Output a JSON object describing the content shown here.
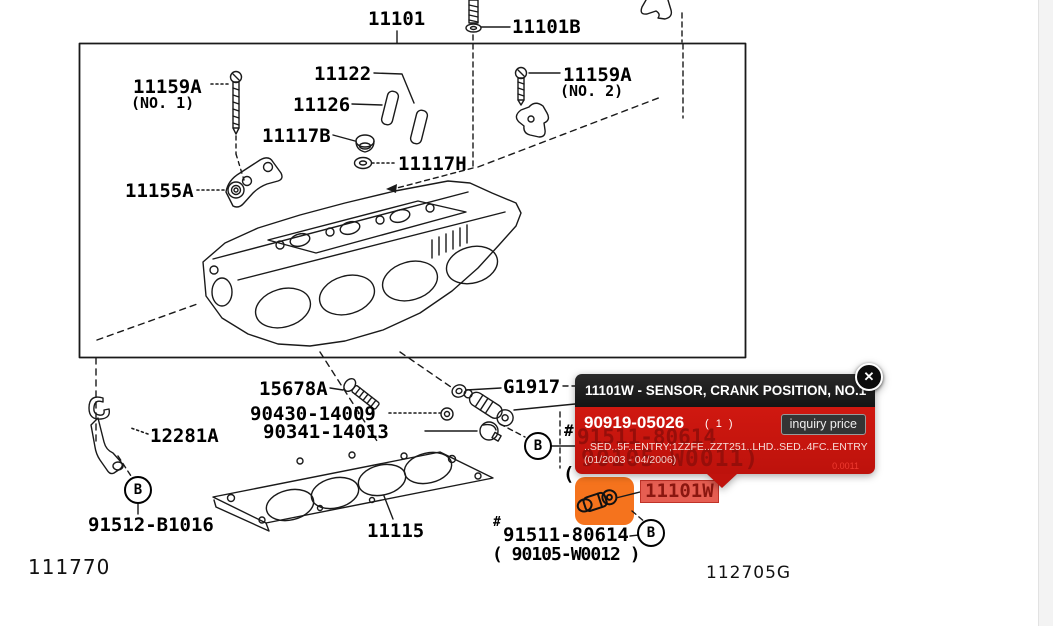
{
  "diagram": {
    "figure_number_left": "111770",
    "figure_code_right": "112705G",
    "callouts": {
      "c11101": "11101",
      "c11101B": "11101B",
      "c11159A_no1": "11159A",
      "c11159A_no1_sub": "(NO. 1)",
      "c11122": "11122",
      "c11126": "11126",
      "c11117B": "11117B",
      "c11117H": "11117H",
      "c11159A_no2": "11159A",
      "c11159A_no2_sub": "(NO. 2)",
      "c11155A": "11155A",
      "c15678A": "15678A",
      "c90430": "90430-14009",
      "c90341": "90341-14013",
      "cG1917": "G1917",
      "c12281A": "12281A",
      "c91512": "91512-B1016",
      "c11115": "11115",
      "c11101W": "11101W",
      "c91511_hash": "#",
      "c91511": "91511-80614",
      "c90105": "( 90105-W0012 )",
      "hidden_hash": "#",
      "hidden_paren": "(",
      "balloon_b": "B"
    }
  },
  "popup": {
    "title": "11101W - SENSOR, CRANK POSITION, NO.1",
    "part_number": "90919-05026",
    "quantity": "( 1 )",
    "inquiry_button": "inquiry price",
    "description": "..SED..5F..ENTRY;1ZZFE..ZZT251..LHD..SED..4FC..ENTRY",
    "date_range": "(01/2003 - 04/2006)",
    "close_glyph": "✕",
    "watermark_line1": "91511-80614",
    "watermark_line2": "90105-W0011)",
    "watermark_small": "0.0011"
  },
  "colors": {
    "highlight_orange": "#f5731d",
    "popup_red": "#c8140e",
    "popup_header": "#1d1d1d",
    "callout_red_bg": "#e04b3a",
    "callout_red_text": "#8a1710"
  }
}
